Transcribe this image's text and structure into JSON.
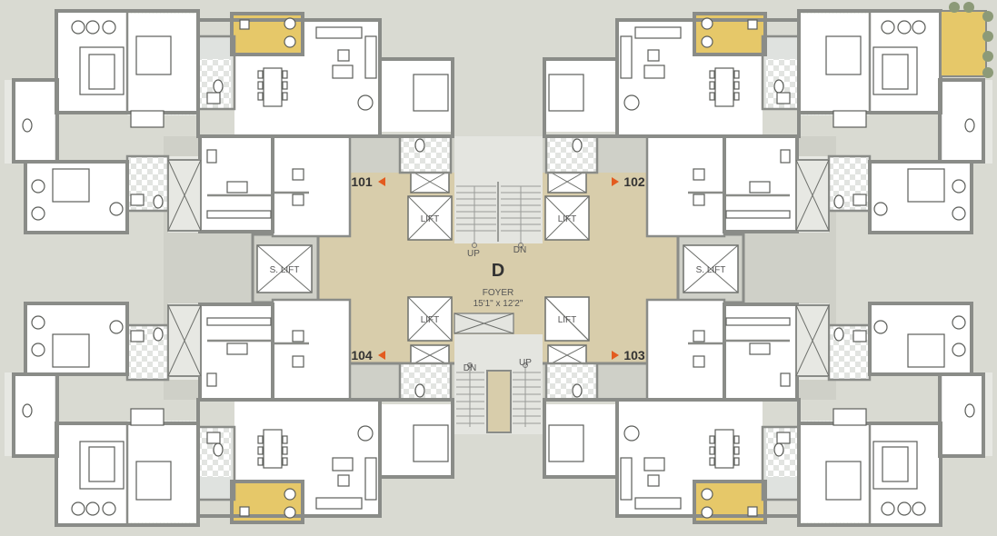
{
  "plan": {
    "wing": "D",
    "foyer_label": "FOYER",
    "foyer_size": "15'1\" x 12'2\"",
    "lift_label": "LIFT",
    "service_lift_label": "S. LIFT",
    "up_label": "UP",
    "dn_label": "DN",
    "units": [
      "101",
      "102",
      "103",
      "104"
    ]
  },
  "colors": {
    "foyer": "#d8cdab",
    "balcony_yellow": "#e6c869",
    "arrow": "#e35b1f",
    "background": "#d9dad2"
  }
}
